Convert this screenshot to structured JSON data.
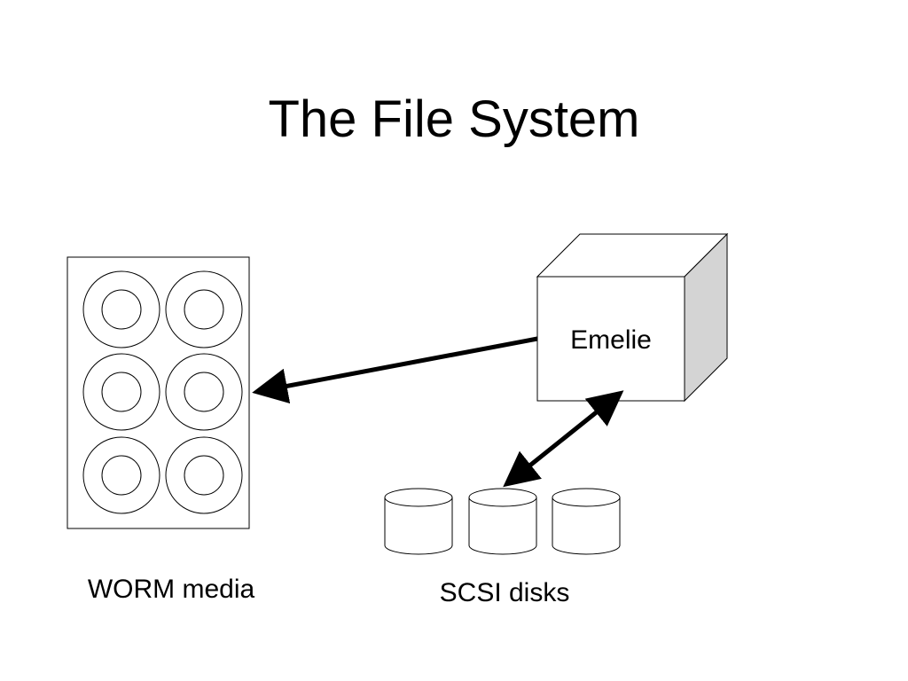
{
  "slide": {
    "title": "The File System"
  },
  "nodes": {
    "server": {
      "label": "Emelie"
    },
    "worm": {
      "label": "WORM media",
      "disc_count": 6
    },
    "scsi": {
      "label": "SCSI disks",
      "disk_count": 3
    }
  },
  "edges": [
    {
      "from": "server",
      "to": "worm",
      "direction": "one-way"
    },
    {
      "from": "server",
      "to": "scsi",
      "direction": "two-way"
    }
  ],
  "colors": {
    "stroke": "#000000",
    "fill": "#ffffff",
    "cube_side": "#d4d4d4"
  }
}
